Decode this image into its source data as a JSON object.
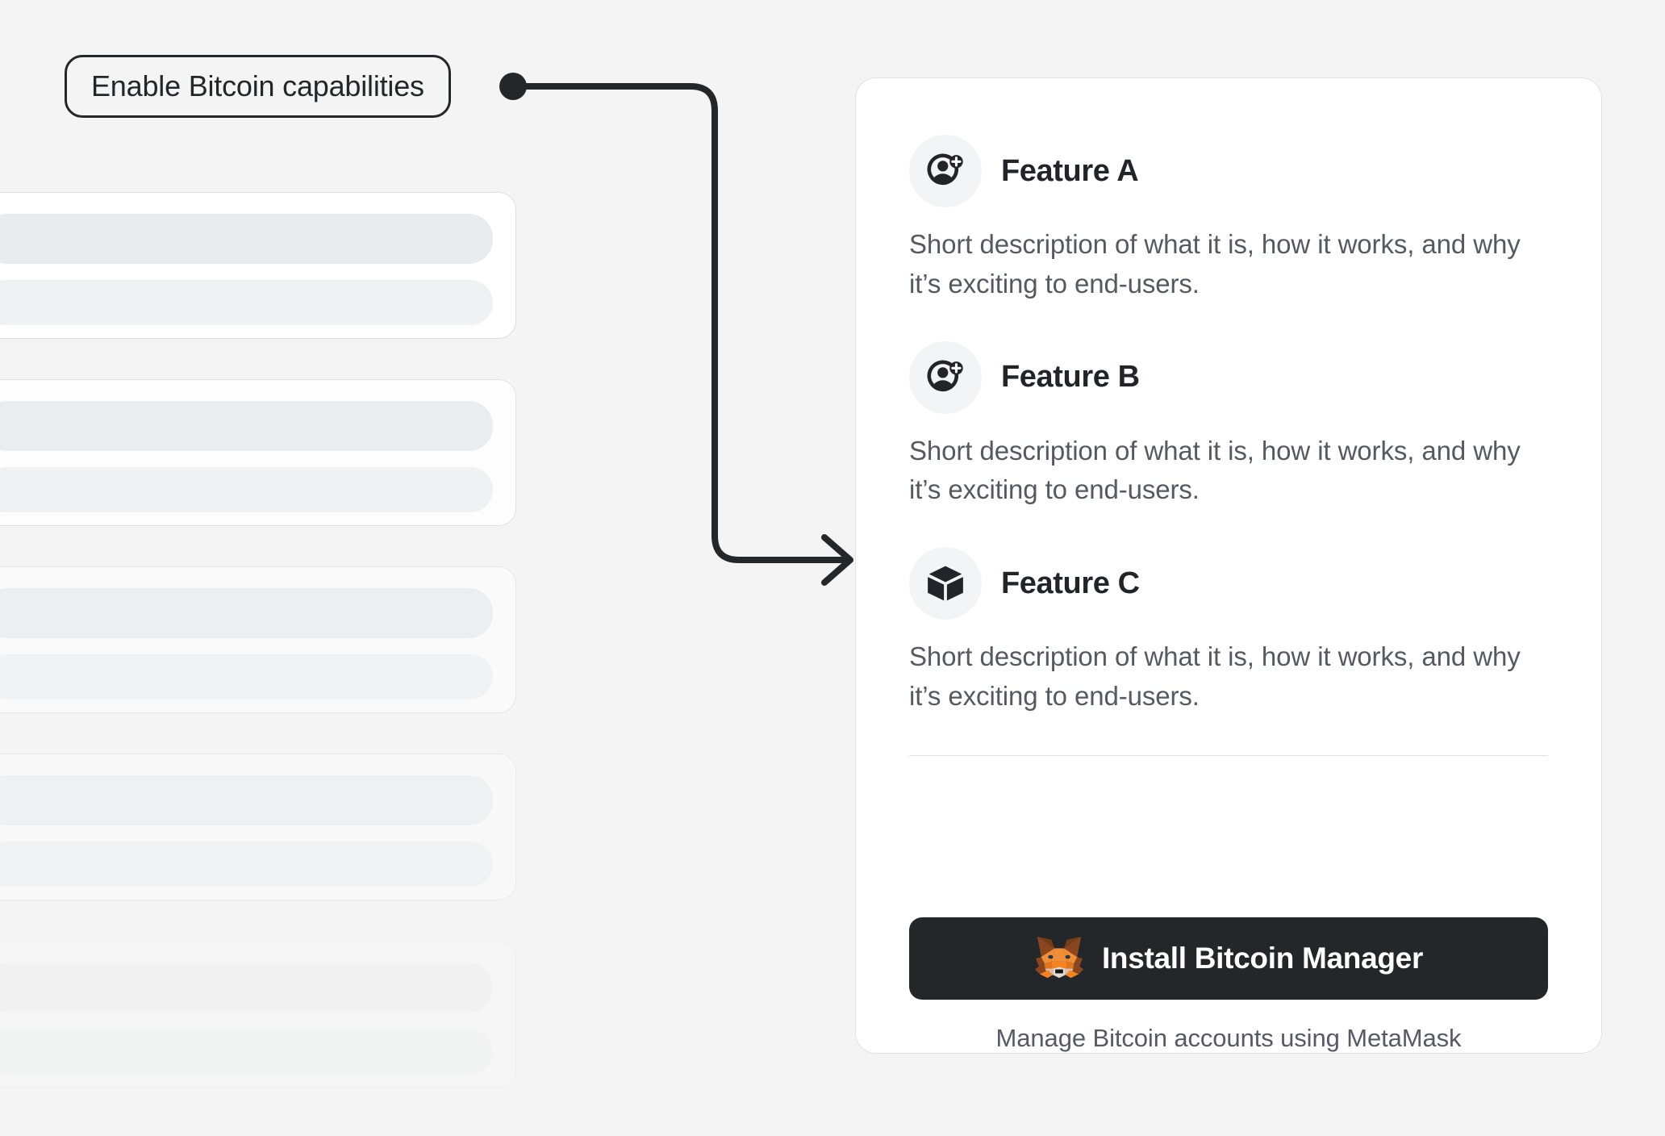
{
  "annotation": {
    "label": "Enable Bitcoin capabilities",
    "connector_icon": "arrow-connector-icon",
    "dot_icon": "connector-dot-icon"
  },
  "background": {
    "page_color": "#f4f4f4",
    "placeholder_cards": [
      {
        "name": "placeholder-card-1",
        "opacity": 1.0
      },
      {
        "name": "placeholder-card-2",
        "opacity": 0.82
      },
      {
        "name": "placeholder-card-3",
        "opacity": 0.6
      },
      {
        "name": "placeholder-card-4",
        "opacity": 0.4
      },
      {
        "name": "placeholder-card-5",
        "opacity": 0.22
      }
    ]
  },
  "panel": {
    "features": [
      {
        "icon": "account-add-icon",
        "title": "Feature A",
        "description": "Short description of what it is, how it works, and why it’s exciting to end-users."
      },
      {
        "icon": "account-add-icon",
        "title": "Feature B",
        "description": "Short description of what it is, how it works, and why it’s exciting to end-users."
      },
      {
        "icon": "cube-icon",
        "title": "Feature C",
        "description": "Short description of what it is, how it works, and why it’s exciting to end-users."
      }
    ],
    "footer": {
      "button_label": "Install Bitcoin Manager",
      "button_icon": "metamask-fox-icon",
      "note": "Manage Bitcoin accounts using MetaMask"
    }
  },
  "colors": {
    "accent_dark": "#24272a",
    "text_primary": "#212529",
    "text_secondary": "#535a61",
    "card_bg": "#ffffff",
    "card_border": "#dfe2e6",
    "icon_bg": "#f2f4f6",
    "fox_orange": "#e88b34",
    "fox_dark_orange": "#763d16",
    "fox_cream": "#e2dbd4"
  }
}
